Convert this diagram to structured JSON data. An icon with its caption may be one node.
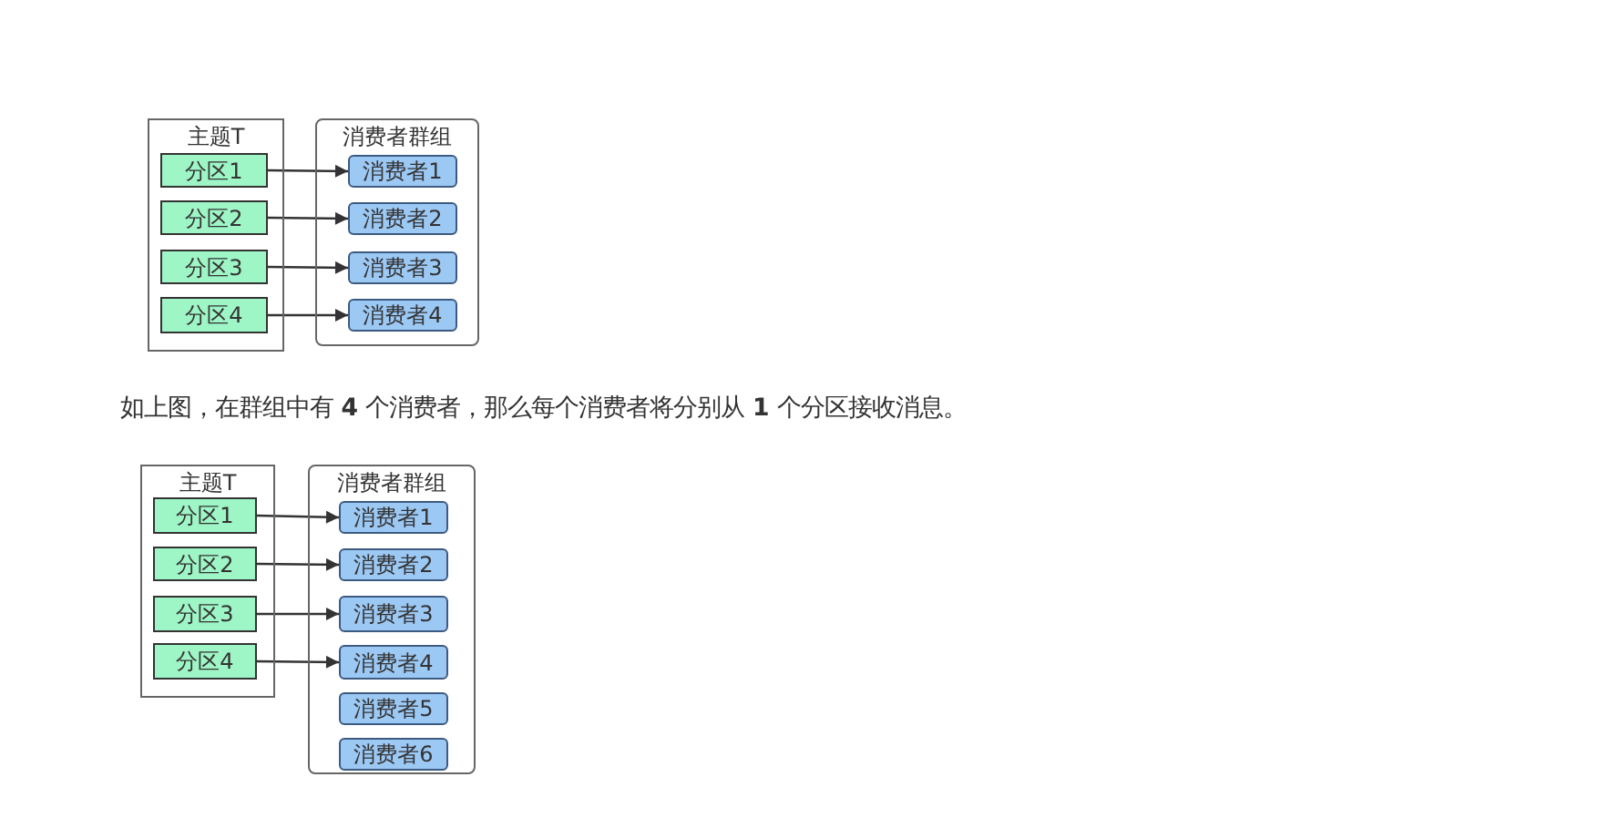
{
  "diagram": {
    "nodes": [
      {
        "text": [
          "主题T"
        ]
      },
      {
        "text": [
          "分区1"
        ],
        "in": 0
      },
      {
        "text": [
          "分区2"
        ],
        "in": 0
      },
      {
        "text": [
          "分区3"
        ],
        "in": 0
      },
      {
        "text": [
          "分区4"
        ],
        "in": 0
      },
      {
        "text": [
          "消费者群组"
        ]
      },
      {
        "text": [
          "消费者1"
        ],
        "in": 5
      },
      {
        "text": [
          "消费者2"
        ],
        "in": 5
      },
      {
        "text": [
          "消费者3"
        ],
        "in": 5
      },
      {
        "text": [
          "消费者4"
        ],
        "in": 5
      },
      {
        "text": [
          "主题T"
        ]
      },
      {
        "text": [
          "分区1"
        ],
        "in": 10
      },
      {
        "text": [
          "分区2"
        ],
        "in": 10
      },
      {
        "text": [
          "分区3"
        ],
        "in": 10
      },
      {
        "text": [
          "分区4"
        ],
        "in": 10
      },
      {
        "text": [
          "消费者群组"
        ]
      },
      {
        "text": [
          "消费者1"
        ],
        "in": 15
      },
      {
        "text": [
          "消费者2"
        ],
        "in": 15
      },
      {
        "text": [
          "消费者3"
        ],
        "in": 15
      },
      {
        "text": [
          "消费者4"
        ],
        "in": 15
      },
      {
        "text": [
          "消费者5"
        ],
        "in": 15
      },
      {
        "text": [
          "消费者6"
        ],
        "in": 15
      }
    ],
    "edges": [
      {
        "from": 1,
        "to": 6,
        "arrow": "to"
      },
      {
        "from": 2,
        "to": 7,
        "arrow": "to"
      },
      {
        "from": 3,
        "to": 8,
        "arrow": "to"
      },
      {
        "from": 4,
        "to": 9,
        "arrow": "to"
      },
      {
        "from": 11,
        "to": 16,
        "arrow": "to"
      },
      {
        "from": 12,
        "to": 17,
        "arrow": "to"
      },
      {
        "from": 13,
        "to": 18,
        "arrow": "to"
      },
      {
        "from": 14,
        "to": 19,
        "arrow": "to"
      }
    ],
    "labels": [
      "如上图，在群组中有 **4** 个消费者，那么每个消费者将分别从 **1** 个分区接收消息。"
    ]
  }
}
